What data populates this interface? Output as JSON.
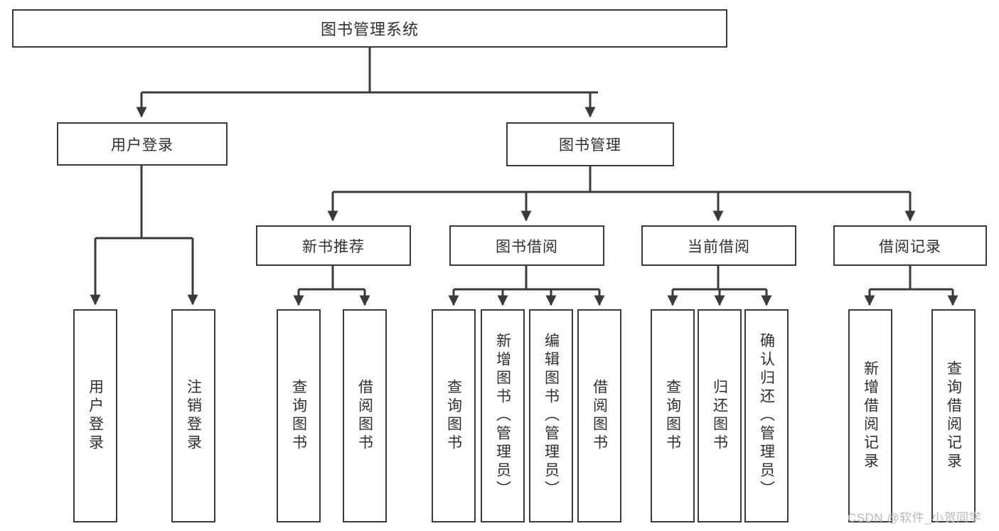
{
  "diagram": {
    "title": "图书管理系统",
    "type": "tree-hierarchy",
    "root": {
      "label": "图书管理系统"
    },
    "level1": [
      {
        "label": "用户登录"
      },
      {
        "label": "图书管理"
      }
    ],
    "level2": [
      {
        "label": "新书推荐"
      },
      {
        "label": "图书借阅"
      },
      {
        "label": "当前借阅"
      },
      {
        "label": "借阅记录"
      }
    ],
    "leaves": {
      "user_login": [
        {
          "label": "用户登录"
        },
        {
          "label": "注销登录"
        }
      ],
      "new_book_recommend": [
        {
          "label": "查询图书"
        },
        {
          "label": "借阅图书"
        }
      ],
      "book_borrow": [
        {
          "label": "查询图书"
        },
        {
          "label": "新增图书（管理员）"
        },
        {
          "label": "编辑图书（管理员）"
        },
        {
          "label": "借阅图书"
        }
      ],
      "current_borrow": [
        {
          "label": "查询图书"
        },
        {
          "label": "归还图书"
        },
        {
          "label": "确认归还（管理员）"
        }
      ],
      "borrow_record": [
        {
          "label": "新增借阅记录"
        },
        {
          "label": "查询借阅记录"
        }
      ]
    }
  },
  "watermark": {
    "text": "CSDN @软件_小贺同学"
  },
  "colors": {
    "stroke": "#3a3a3a",
    "text": "#2f2f2f",
    "background": "#ffffff",
    "watermark": "#b9b9b9"
  }
}
